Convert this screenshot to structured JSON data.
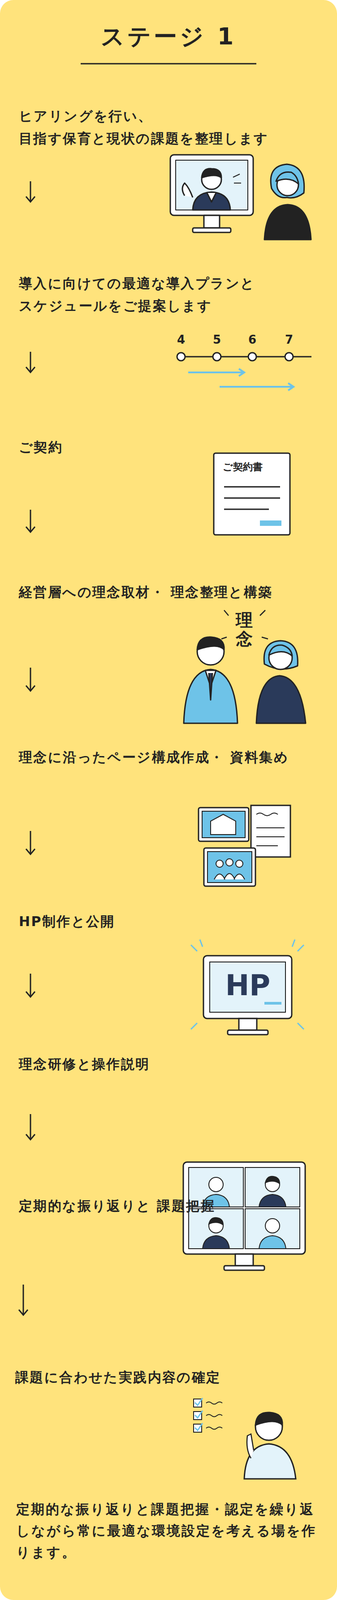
{
  "diagram": {
    "title": "ステージ 1",
    "nodes": [
      {
        "text": [
          "ヒアリングを行い、 目指す保育と現状の課題を整理します"
        ]
      },
      {
        "text": [
          "導入に向けての最適な導入プランと スケジュールをご提案します"
        ]
      },
      {
        "text": [
          "ご契約"
        ]
      },
      {
        "text": [
          "経営層への理念取材・ 理念整理と構築"
        ]
      },
      {
        "text": [
          "理念に沿ったページ構成作成・ 資料集め"
        ]
      },
      {
        "text": [
          "HP制作と公開"
        ]
      },
      {
        "text": [
          "理念研修と操作説明"
        ]
      },
      {
        "text": [
          "定期的な振り返りと 課題把握"
        ]
      },
      {
        "text": [
          "課題に合わせた実践内容の確定"
        ]
      }
    ],
    "edges": [
      {
        "from": 0,
        "to": 1,
        "arrow": "to"
      },
      {
        "from": 1,
        "to": 2,
        "arrow": "to"
      },
      {
        "from": 2,
        "to": 3,
        "arrow": "to"
      },
      {
        "from": 3,
        "to": 4,
        "arrow": "to"
      },
      {
        "from": 4,
        "to": 5,
        "arrow": "to"
      },
      {
        "from": 5,
        "to": 6,
        "arrow": "to"
      },
      {
        "from": 6,
        "to": 7,
        "arrow": "to"
      },
      {
        "from": 7,
        "to": 8,
        "arrow": "to"
      }
    ],
    "labels": [
      "4",
      "5",
      "6",
      "7",
      "ご契約書",
      "理念",
      "HP",
      "定期的な振り返りと課題把握・認定を繰り返しながら常に最適な環境設定を考える場を作ります。"
    ]
  }
}
